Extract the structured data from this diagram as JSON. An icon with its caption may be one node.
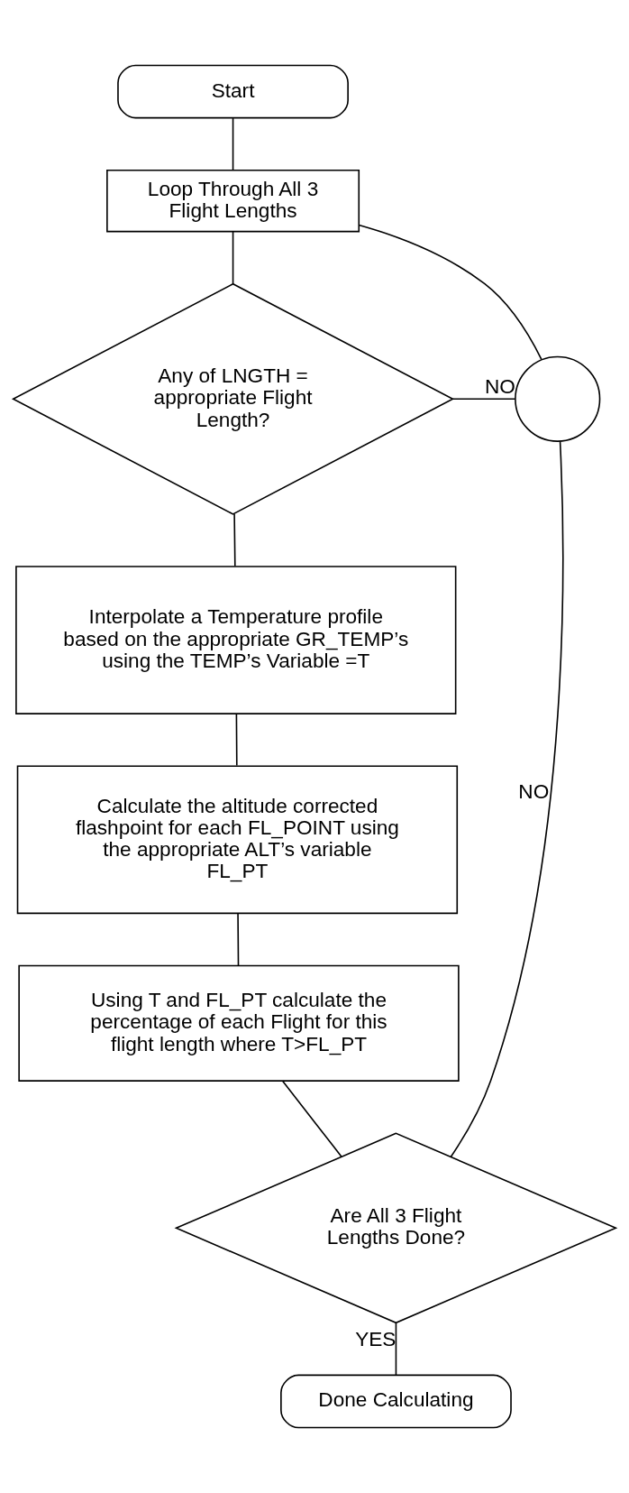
{
  "diagram": {
    "nodes": [
      {
        "text": [
          "Start"
        ]
      },
      {
        "text": [
          "Loop Through All 3 Flight Lengths"
        ]
      },
      {
        "text": [],
        "shape": "circle"
      },
      {
        "text": [
          "Any of LNGTH = appropriate Flight Length?"
        ]
      },
      {
        "text": [
          "Interpolate a Temperature profile based on the appropriate GR_TEMP’s using the TEMP’s Variable =T"
        ]
      },
      {
        "text": [
          "Calculate the altitude corrected flashpoint for each FL_POINT using the appropriate ALT’s variable FL_PT"
        ]
      },
      {
        "text": [
          "Using T and FL_PT calculate the percentage of each Flight for this flight length where T>FL_PT"
        ]
      },
      {
        "text": [
          "Are All 3 Flight Lengths Done?"
        ]
      },
      {
        "text": [
          "Done Calculating"
        ]
      }
    ],
    "edges": [
      {
        "from": 0,
        "to": 1,
        "arrow": "none"
      },
      {
        "from": 1,
        "to": 3,
        "arrow": "none"
      },
      {
        "from": 3,
        "to": 2,
        "arrow": "none",
        "label": "NO"
      },
      {
        "from": 2,
        "to": 1,
        "arrow": "none"
      },
      {
        "from": 3,
        "to": 4,
        "arrow": "none"
      },
      {
        "from": 4,
        "to": 5,
        "arrow": "none"
      },
      {
        "from": 5,
        "to": 6,
        "arrow": "none"
      },
      {
        "from": 6,
        "to": 7,
        "arrow": "none"
      },
      {
        "from": 7,
        "to": 2,
        "arrow": "none",
        "label": "NO"
      },
      {
        "from": 7,
        "to": 8,
        "arrow": "none",
        "label": "YES"
      }
    ]
  }
}
